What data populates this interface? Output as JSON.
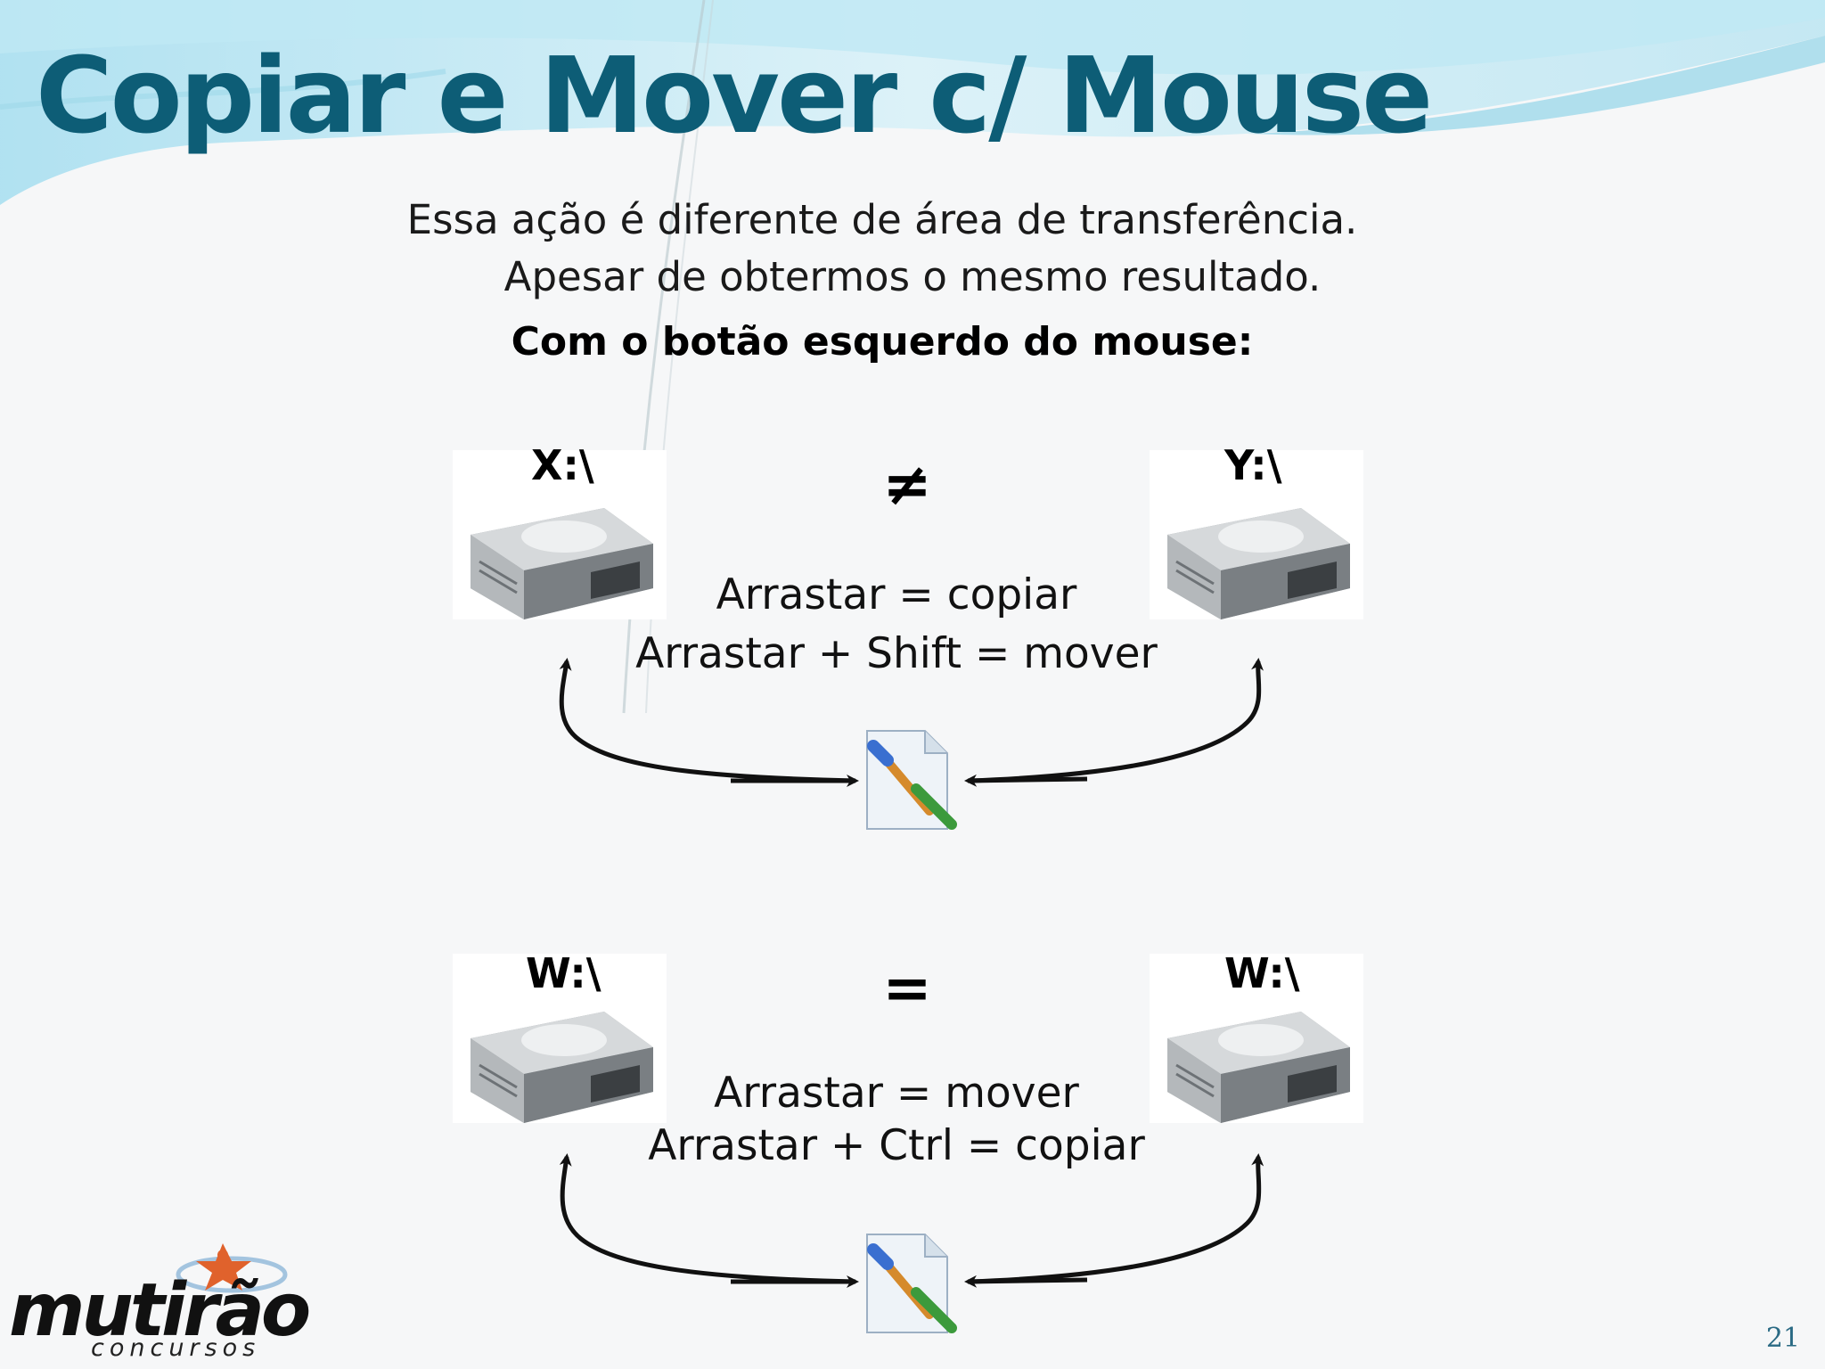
{
  "slide": {
    "title": "Copiar e Mover c/ Mouse",
    "subtitle_line1": "Essa ação é diferente de área de transferência.",
    "subtitle_line2": "Apesar de obtermos o mesmo resultado.",
    "bold_line": "Com o botão esquerdo do mouse:",
    "page_number": "21"
  },
  "scenario_top": {
    "left_drive_label": "X:\\",
    "right_drive_label": "Y:\\",
    "relation_symbol": "≠",
    "line1": "Arrastar = copiar",
    "line2": "Arrastar + Shift = mover"
  },
  "scenario_bottom": {
    "left_drive_label": "W:\\",
    "right_drive_label": "W:\\",
    "relation_symbol": "=",
    "line1": "Arrastar = mover",
    "line2": "Arrastar + Ctrl = copiar"
  },
  "logo": {
    "name": "mutirão",
    "sub": "concursos"
  },
  "colors": {
    "title": "#0d5d76",
    "swoosh_light": "#cfeaf2",
    "swoosh_mid": "#8fd0e4",
    "page_number": "#2a6a84"
  }
}
